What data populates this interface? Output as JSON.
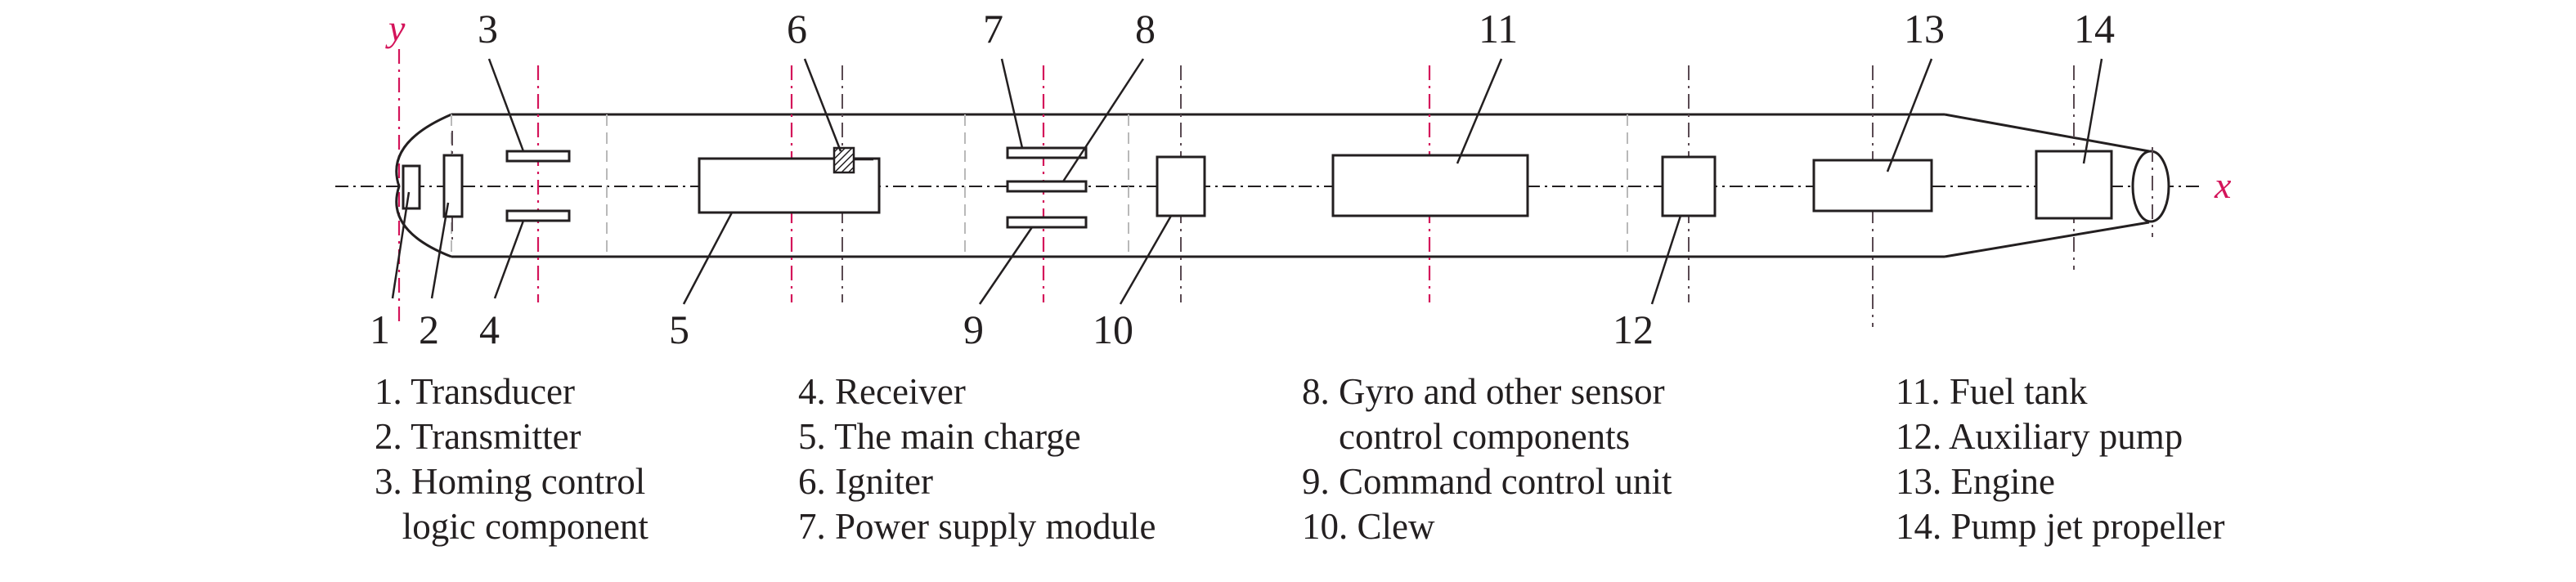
{
  "axes": {
    "x": "x",
    "y": "y"
  },
  "callouts": [
    "1",
    "2",
    "3",
    "4",
    "5",
    "6",
    "7",
    "8",
    "9",
    "10",
    "11",
    "12",
    "13",
    "14"
  ],
  "legend": [
    [
      "1. Transducer",
      "2. Transmitter",
      "3. Homing control",
      "   logic component"
    ],
    [
      "4. Receiver",
      "5. The main charge",
      "6. Igniter",
      "7. Power supply module"
    ],
    [
      "8. Gyro and other sensor",
      "    control components",
      "9. Command control unit",
      "10. Clew"
    ],
    [
      "11. Fuel tank",
      "12. Auxiliary pump",
      "13. Engine",
      "14. Pump jet propeller"
    ]
  ],
  "colors": {
    "line": "#231f20",
    "centerline": "#d4145a",
    "section": "#b9b9b9"
  }
}
